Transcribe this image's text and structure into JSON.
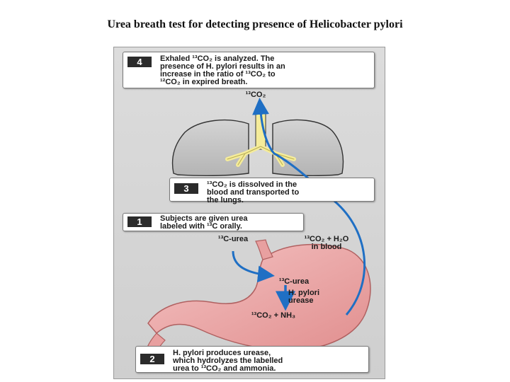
{
  "title": "Urea breath test for detecting presence of Helicobacter pylori",
  "steps": {
    "step4": {
      "number": "4",
      "text": "Exhaled ¹³CO₂ is analyzed. The\npresence of H. pylori results in an\nincrease in the ratio of ¹³CO₂ to\n¹²CO₂ in expired breath."
    },
    "step3": {
      "number": "3",
      "text": "¹³CO₂ is dissolved in the\nblood and transported to\nthe lungs."
    },
    "step1": {
      "number": "1",
      "text": "Subjects are given urea\nlabeled with ¹³C orally."
    },
    "step2": {
      "number": "2",
      "text": "H. pylori produces urease,\nwhich hydrolyzes the labelled\nurea to ¹³CO₂ and ammonia."
    }
  },
  "labels": {
    "co2_exhaled": "¹³CO₂",
    "c_urea_oral": "¹³C-urea",
    "co2_h2o_blood": "¹³CO₂ + H₂O\nin blood",
    "c_urea_stomach": "¹³C-urea",
    "h_pylori_urease": "H. pylori\nurease",
    "products": "¹³CO₂ + NH₃"
  },
  "colors": {
    "arrow": "#1f6fc4",
    "lung": "#c2c2c2",
    "stomach": "#e8a0a0",
    "trachea": "#f5ec9a"
  }
}
